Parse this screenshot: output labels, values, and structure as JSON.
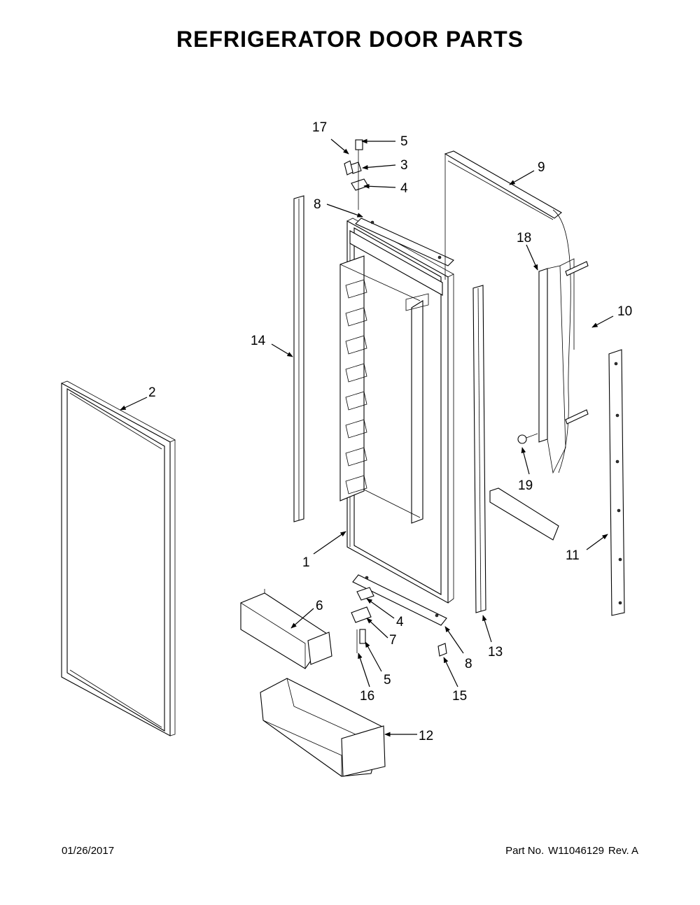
{
  "title": "REFRIGERATOR DOOR PARTS",
  "footer": {
    "date": "01/26/2017",
    "part_label": "Part No.",
    "part_number": "W11046129",
    "revision": "Rev. A"
  },
  "callouts": {
    "c1": "1",
    "c2": "2",
    "c3": "3",
    "c4a": "4",
    "c4b": "4",
    "c5a": "5",
    "c5b": "5",
    "c6": "6",
    "c7": "7",
    "c8a": "8",
    "c8b": "8",
    "c9": "9",
    "c10": "10",
    "c11": "11",
    "c12": "12",
    "c13": "13",
    "c14": "14",
    "c15": "15",
    "c16": "16",
    "c17": "17",
    "c18": "18",
    "c19": "19"
  }
}
